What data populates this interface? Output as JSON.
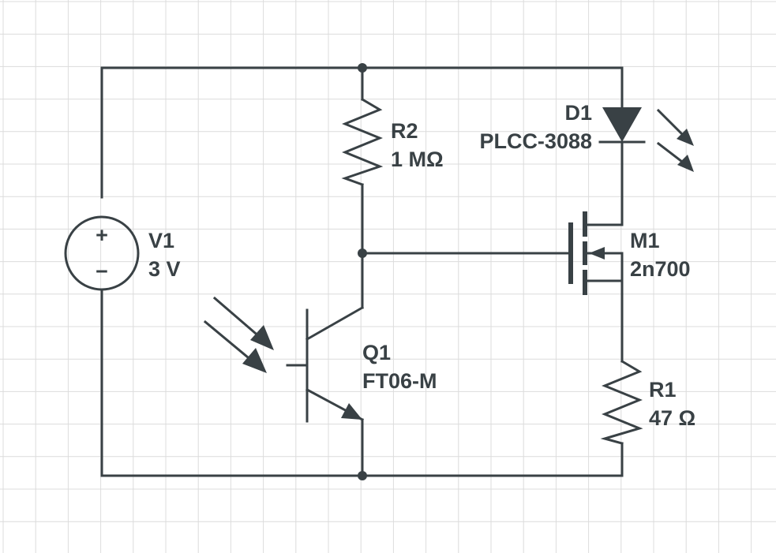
{
  "colors": {
    "ink": "#394145",
    "grid": "#dcdcdc",
    "background": "#ffffff"
  },
  "components": {
    "v1": {
      "ref": "V1",
      "value": "3 V",
      "plus": "+",
      "minus": "−"
    },
    "r2": {
      "ref": "R2",
      "value": "1 MΩ"
    },
    "d1": {
      "ref": "D1",
      "value": "PLCC-3088"
    },
    "m1": {
      "ref": "M1",
      "value": "2n700"
    },
    "q1": {
      "ref": "Q1",
      "value": "FT06-M"
    },
    "r1": {
      "ref": "R1",
      "value": "47 Ω"
    }
  }
}
